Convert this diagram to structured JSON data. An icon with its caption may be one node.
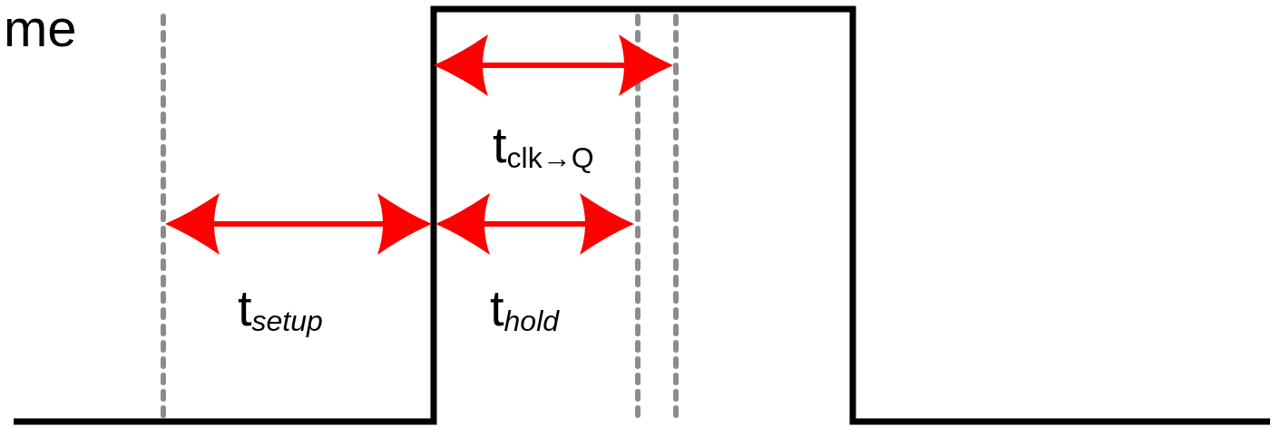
{
  "diagram": {
    "labels": [
      "me",
      "t$_{clk→Q}$",
      "t$_{setup}$",
      "t$_{hold}$"
    ]
  }
}
